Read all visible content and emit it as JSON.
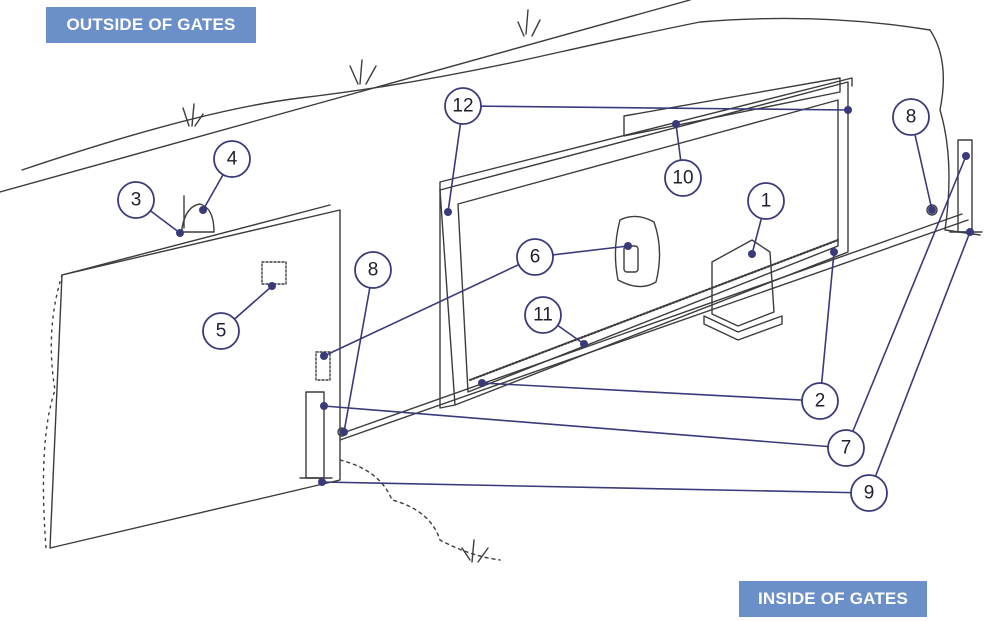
{
  "labels": {
    "outside": "OUTSIDE OF GATES",
    "inside": "INSIDE OF GATES"
  },
  "colors": {
    "label_bg": "#6b8fc9",
    "callout": "#3a3a7a",
    "line_art": "#3c3c3c"
  },
  "callouts": [
    {
      "num": "1"
    },
    {
      "num": "2"
    },
    {
      "num": "3"
    },
    {
      "num": "4"
    },
    {
      "num": "5"
    },
    {
      "num": "6"
    },
    {
      "num": "7"
    },
    {
      "num": "8"
    },
    {
      "num": "8"
    },
    {
      "num": "9"
    },
    {
      "num": "10"
    },
    {
      "num": "11"
    },
    {
      "num": "12"
    }
  ]
}
